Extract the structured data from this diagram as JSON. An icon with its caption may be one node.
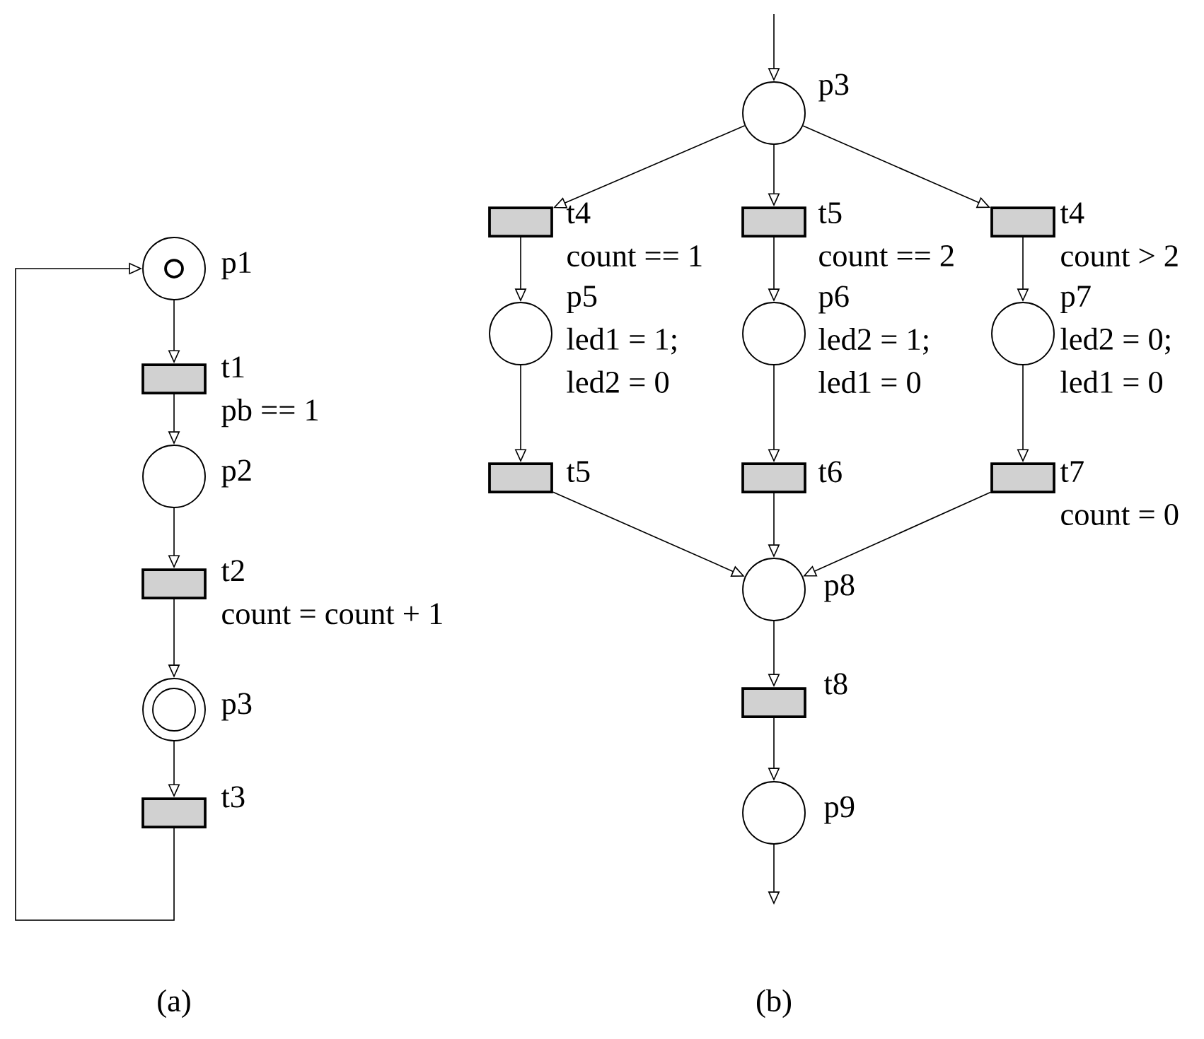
{
  "diagram": {
    "nodes": [
      {
        "text": [],
        "shape": "circle",
        "beside": [
          "p1"
        ]
      },
      {
        "text": [],
        "shape": "box",
        "beside": [
          "t1",
          "pb == 1"
        ]
      },
      {
        "text": [],
        "shape": "circle",
        "beside": [
          "p2"
        ]
      },
      {
        "text": [],
        "shape": "box",
        "beside": [
          "t2",
          "count = count + 1"
        ]
      },
      {
        "text": [],
        "shape": "circle",
        "beside": [
          "p3"
        ]
      },
      {
        "text": [],
        "shape": "box",
        "beside": [
          "t3"
        ]
      },
      {
        "text": [],
        "shape": "circle",
        "beside": [
          "p3"
        ]
      },
      {
        "text": [],
        "shape": "box",
        "beside": [
          "t4",
          "count == 1"
        ]
      },
      {
        "text": [],
        "shape": "box",
        "beside": [
          "t5",
          "count == 2"
        ]
      },
      {
        "text": [],
        "shape": "box",
        "beside": [
          "t4",
          "count > 2"
        ]
      },
      {
        "text": [],
        "shape": "circle",
        "beside": [
          "p5",
          "led1 = 1;",
          "led2 = 0"
        ]
      },
      {
        "text": [],
        "shape": "circle",
        "beside": [
          "p6",
          "led2 = 1;",
          "led1 = 0"
        ]
      },
      {
        "text": [],
        "shape": "circle",
        "beside": [
          "p7",
          "led2 = 0;",
          "led1 = 0"
        ]
      },
      {
        "text": [],
        "shape": "box",
        "beside": [
          "t5"
        ]
      },
      {
        "text": [],
        "shape": "box",
        "beside": [
          "t6"
        ]
      },
      {
        "text": [],
        "shape": "box",
        "beside": [
          "t7",
          "count = 0"
        ]
      },
      {
        "text": [],
        "shape": "circle",
        "beside": [
          "p8"
        ]
      },
      {
        "text": [],
        "shape": "box",
        "beside": [
          "t8"
        ]
      },
      {
        "text": [],
        "shape": "circle",
        "beside": [
          "p9"
        ]
      }
    ],
    "edges": [
      {
        "from": 0,
        "to": 1,
        "arrow": "to"
      },
      {
        "from": 1,
        "to": 2,
        "arrow": "to"
      },
      {
        "from": 2,
        "to": 3,
        "arrow": "to"
      },
      {
        "from": 3,
        "to": 4,
        "arrow": "to"
      },
      {
        "from": 4,
        "to": 5,
        "arrow": "to"
      },
      {
        "from": 5,
        "to": 0,
        "arrow": "to"
      },
      {
        "from": null,
        "to": 6,
        "arrow": "to"
      },
      {
        "from": 6,
        "to": 7,
        "arrow": "to"
      },
      {
        "from": 6,
        "to": 8,
        "arrow": "to"
      },
      {
        "from": 6,
        "to": 9,
        "arrow": "to"
      },
      {
        "from": 7,
        "to": 10,
        "arrow": "to"
      },
      {
        "from": 8,
        "to": 11,
        "arrow": "to"
      },
      {
        "from": 9,
        "to": 12,
        "arrow": "to"
      },
      {
        "from": 10,
        "to": 13,
        "arrow": "to"
      },
      {
        "from": 11,
        "to": 14,
        "arrow": "to"
      },
      {
        "from": 12,
        "to": 15,
        "arrow": "to"
      },
      {
        "from": 13,
        "to": 16,
        "arrow": "to"
      },
      {
        "from": 14,
        "to": 16,
        "arrow": "to"
      },
      {
        "from": 15,
        "to": 16,
        "arrow": "to"
      },
      {
        "from": 16,
        "to": 17,
        "arrow": "to"
      },
      {
        "from": 17,
        "to": 18,
        "arrow": "to"
      },
      {
        "from": 18,
        "to": null,
        "arrow": "to"
      }
    ],
    "labels": [
      "(a)",
      "(b)"
    ]
  }
}
